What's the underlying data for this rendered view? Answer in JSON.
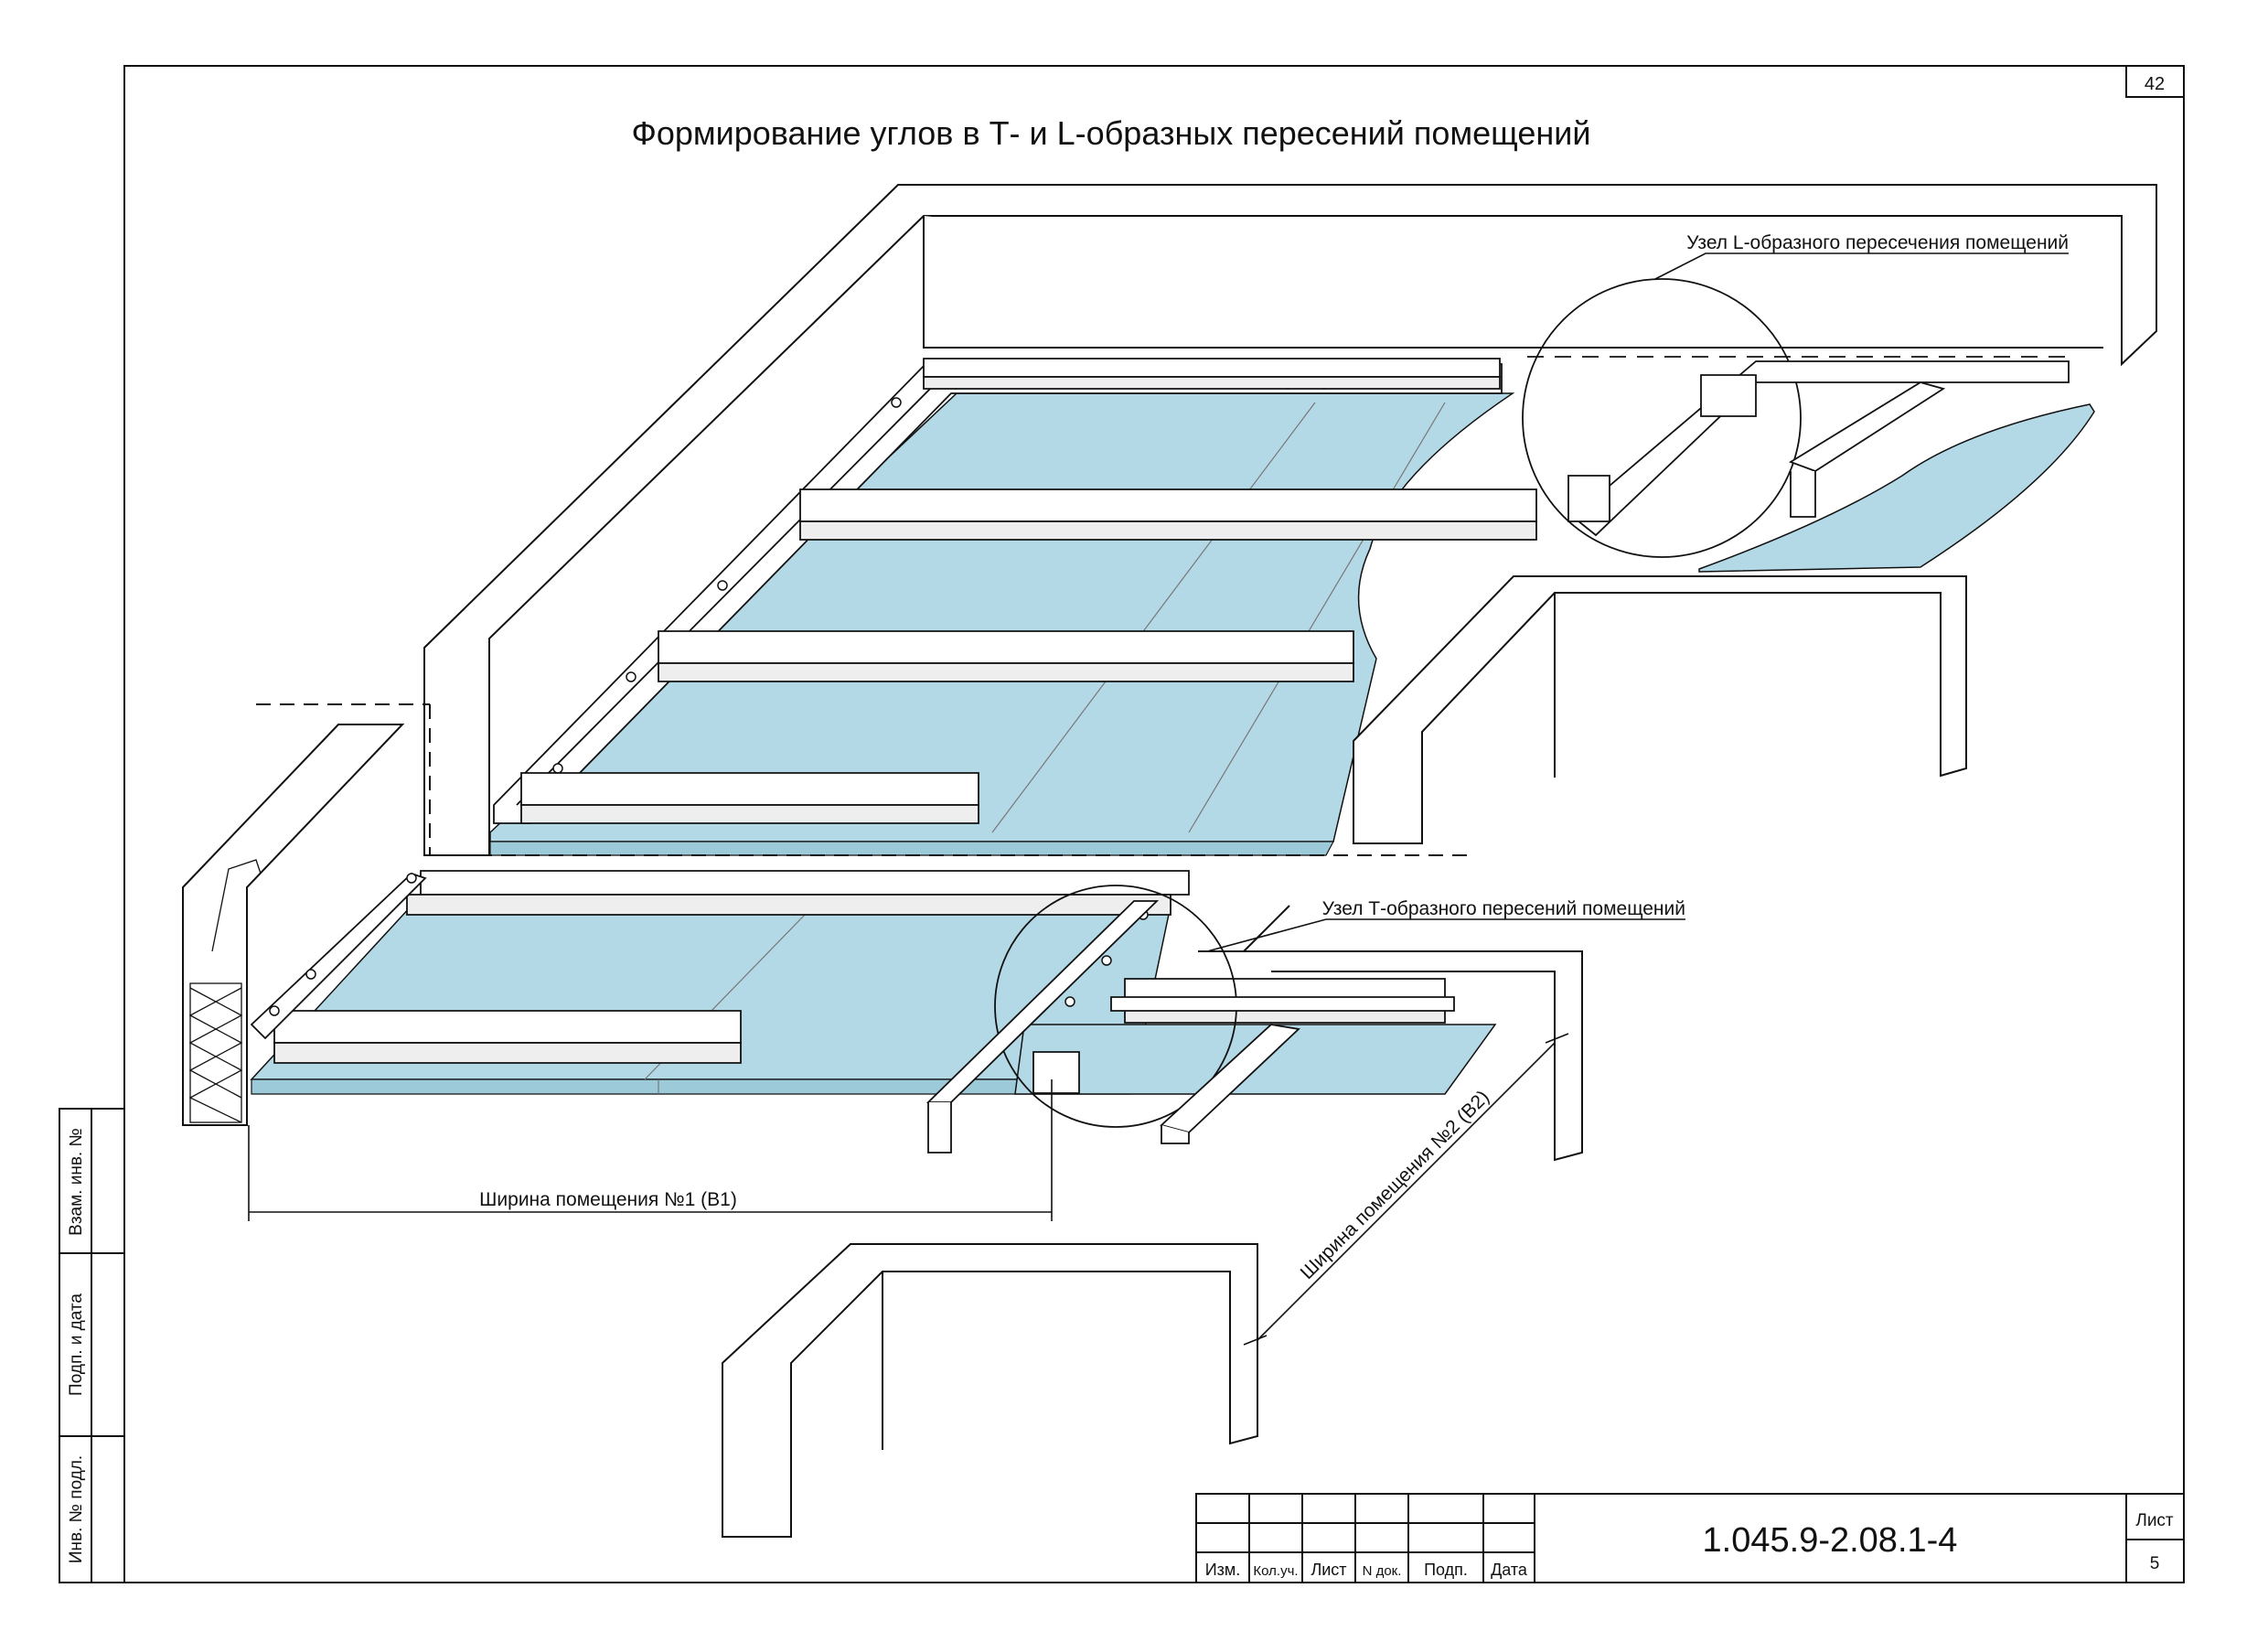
{
  "sheet": {
    "title": "Формирование углов в Т- и L-образных пересений помещений",
    "top_sheet_number": "42"
  },
  "callouts": {
    "l_node": "Узел L-образного пересечения помещений",
    "t_node": "Узел Т-образного пересений помещений"
  },
  "dimensions": {
    "room1_width": "Ширина помещения №1 (В1)",
    "room2_width": "Ширина помещения №2 (В2)"
  },
  "side_stamp": {
    "cells": [
      "Взам. инв. №",
      "Подп. и дата",
      "Инв. № подл."
    ]
  },
  "title_block": {
    "code": "1.045.9-2.08.1-4",
    "sheet_label": "Лист",
    "sheet_number": "5",
    "columns": [
      "Изм.",
      "Кол.уч.",
      "Лист",
      "N док.",
      "Подп.",
      "Дата"
    ]
  },
  "colors": {
    "board_fill": "#b4d9e6",
    "line": "#111111"
  }
}
